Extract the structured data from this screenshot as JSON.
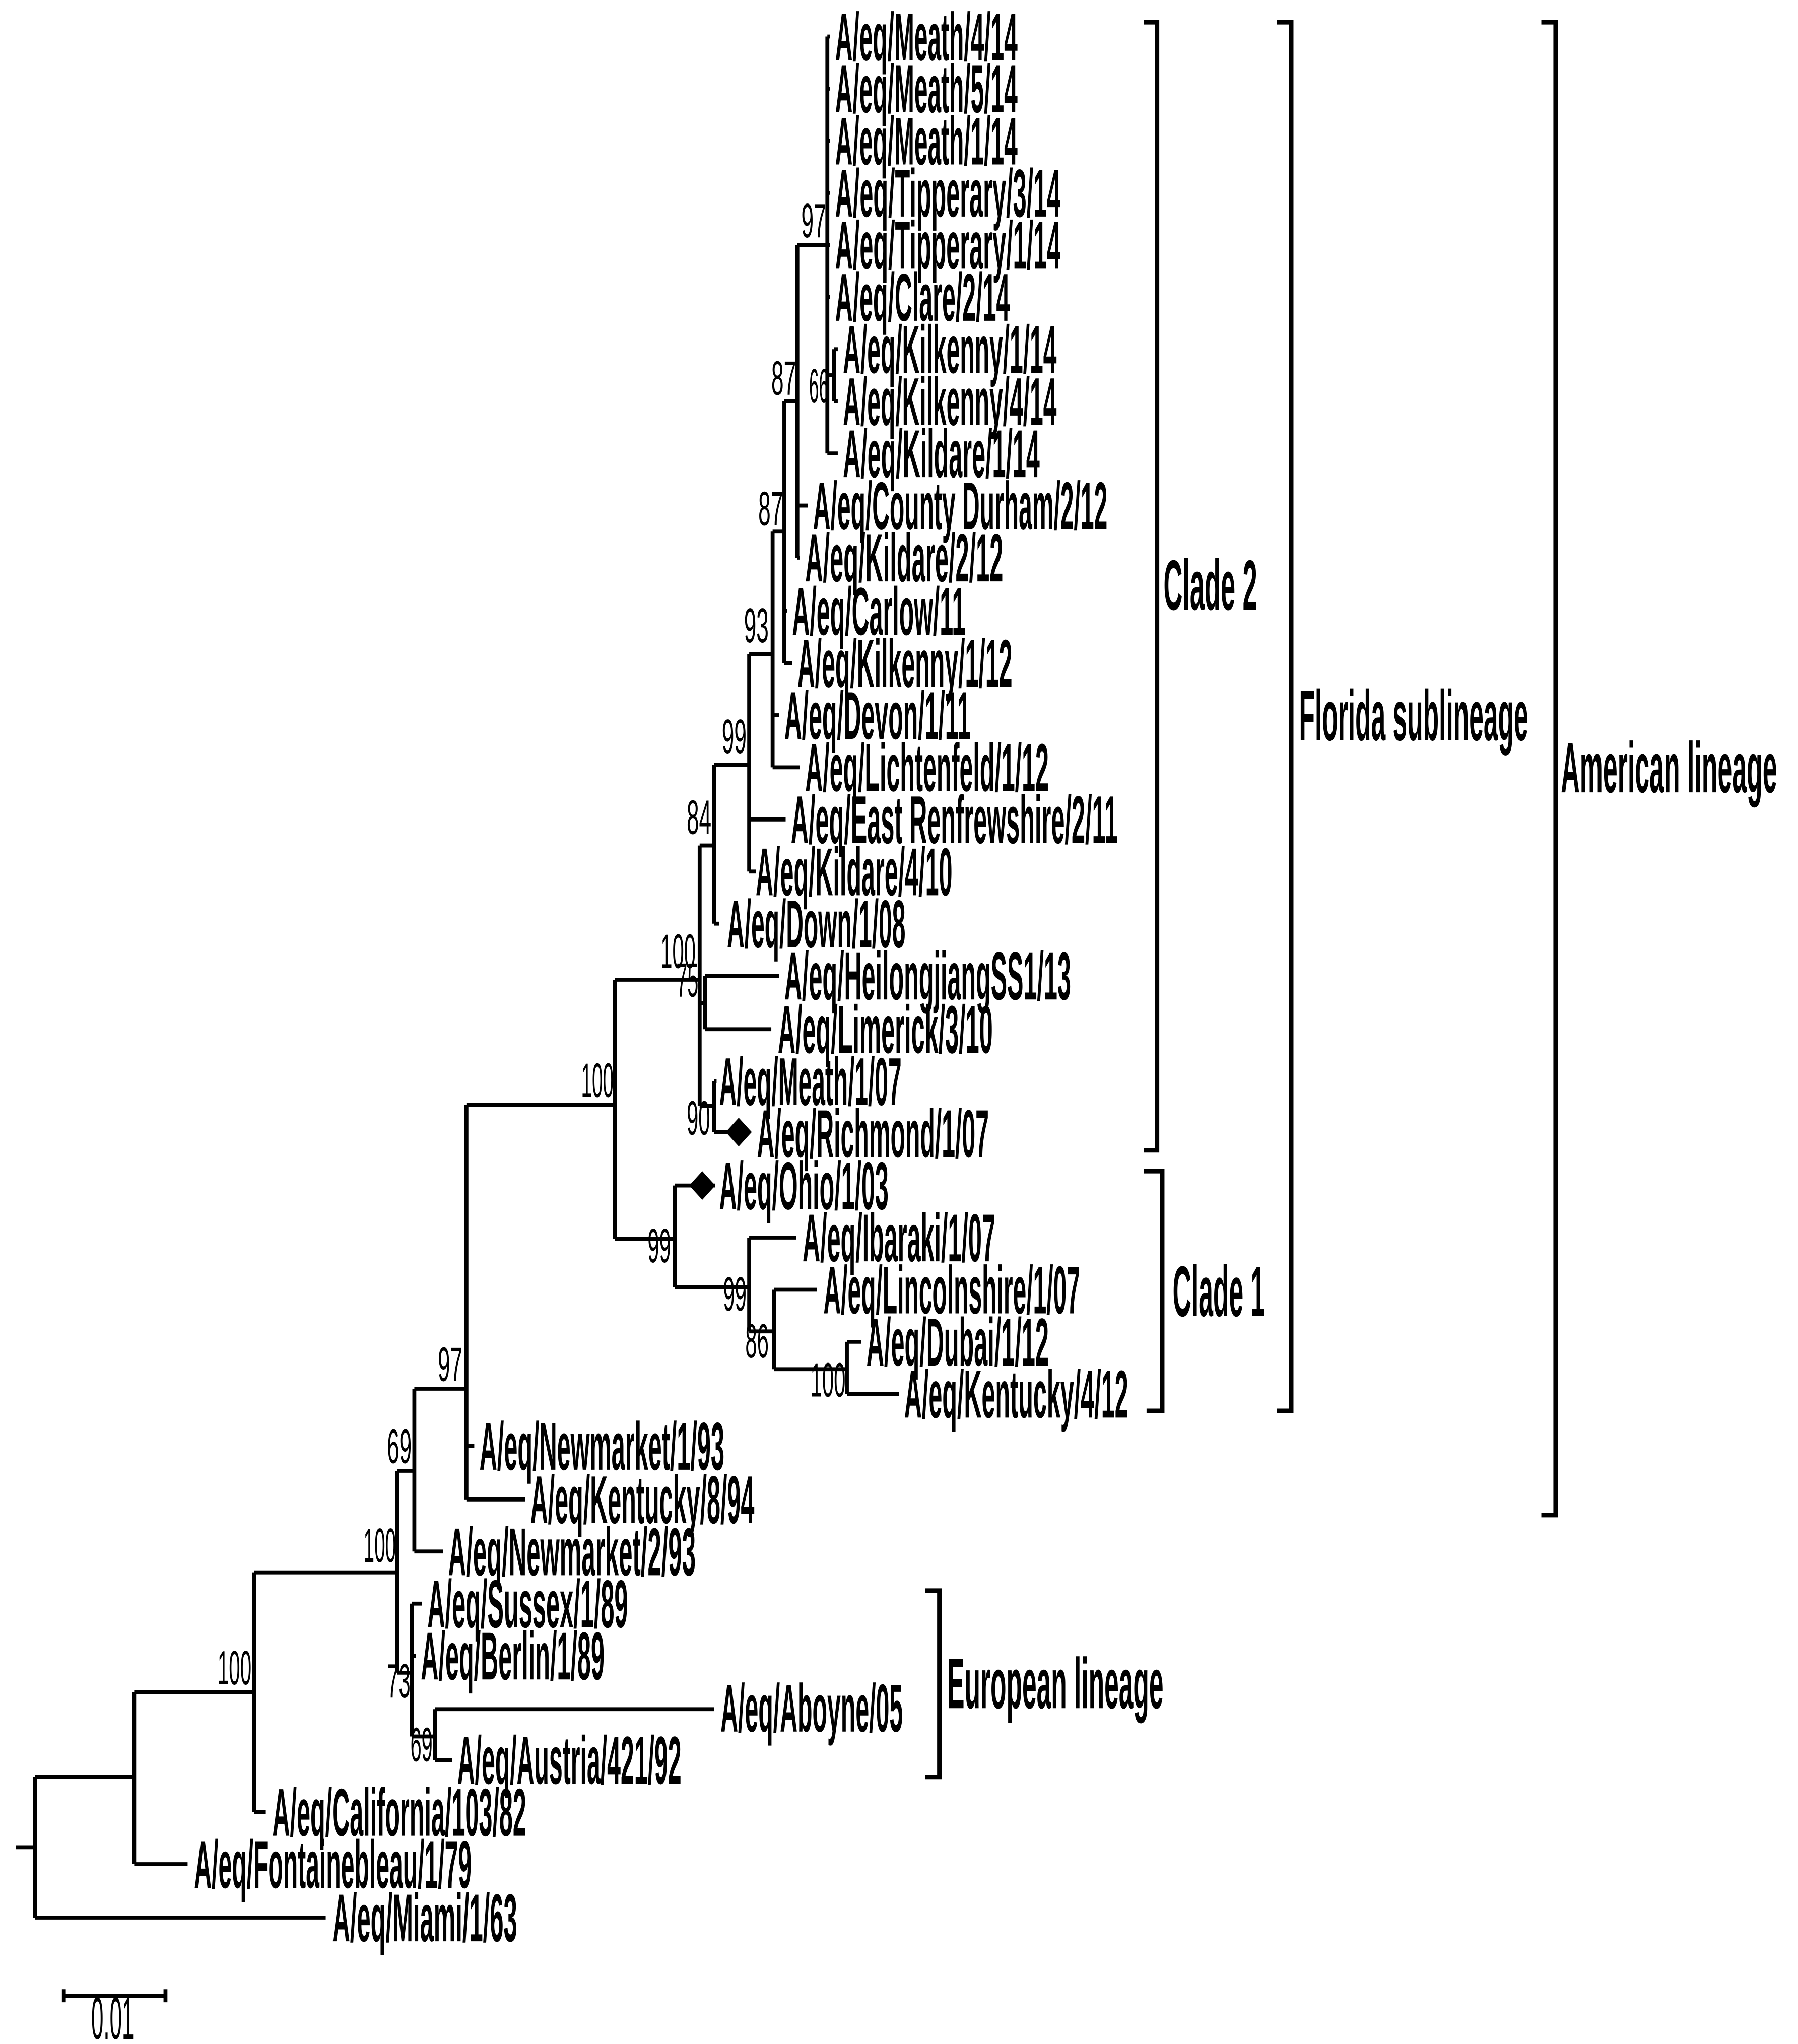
{
  "taxa": [
    "A/eq/Meath/4/14",
    "A/eq/Meath/5/14",
    "A/eq/Meath/1/14",
    "A/eq/Tipperary/3/14",
    "A/eq/Tipperary/1/14",
    "A/eq/Clare/2/14",
    "A/eq/Kilkenny/1/14",
    "A/eq/Kilkenny/4/14",
    "A/eq/Kildare/1/14",
    "A/eq/County Durham/2/12",
    "A/eq/Kildare/2/12",
    "A/eq/Carlow/11",
    "A/eq/Kilkenny/1/12",
    "A/eq/Devon/1/11",
    "A/eq/Lichtenfeld/1/12",
    "A/eq/East Renfrewshire/2/11",
    "A/eq/Kildare/4/10",
    "A/eq/Down/1/08",
    "A/eq/HeilongjiangSS1/13",
    "A/eq/Limerick/3/10",
    "A/eq/Meath/1/07",
    "A/eq/Richmond/1/07",
    "A/eq/Ohio/1/03",
    "A/eq/Ibaraki/1/07",
    "A/eq/Lincolnshire/1/07",
    "A/eq/Dubai/1/12",
    "A/eq/Kentucky/4/12",
    "A/eq/Newmarket/1/93",
    "A/eq/Kentucky/8/94",
    "A/eq/Newmarket/2/93",
    "A/eq/Sussex/1/89",
    "A/eq/Berlin/1/89",
    "A/eq/Aboyne/05",
    "A/eq/Austria/421/92",
    "A/eq/California/103/82",
    "A/eq/Fontainebleau/1/79",
    "A/eq/Miami/1/63"
  ],
  "bootstrap": [
    "97",
    "66",
    "87",
    "87",
    "93",
    "99",
    "84",
    "100",
    "75",
    "100",
    "90",
    "99",
    "99",
    "86",
    "100",
    "97",
    "69",
    "100",
    "73",
    "69",
    "100"
  ],
  "groups": {
    "clade2": "Clade 2",
    "clade1": "Clade 1",
    "florida": "Florida sublineage",
    "american": "American lineage",
    "european": "European lineage"
  },
  "scale_bar": {
    "label": "0.01",
    "value": 0.01
  },
  "marker_taxa": [
    "A/eq/Richmond/1/07",
    "A/eq/Ohio/1/03"
  ]
}
